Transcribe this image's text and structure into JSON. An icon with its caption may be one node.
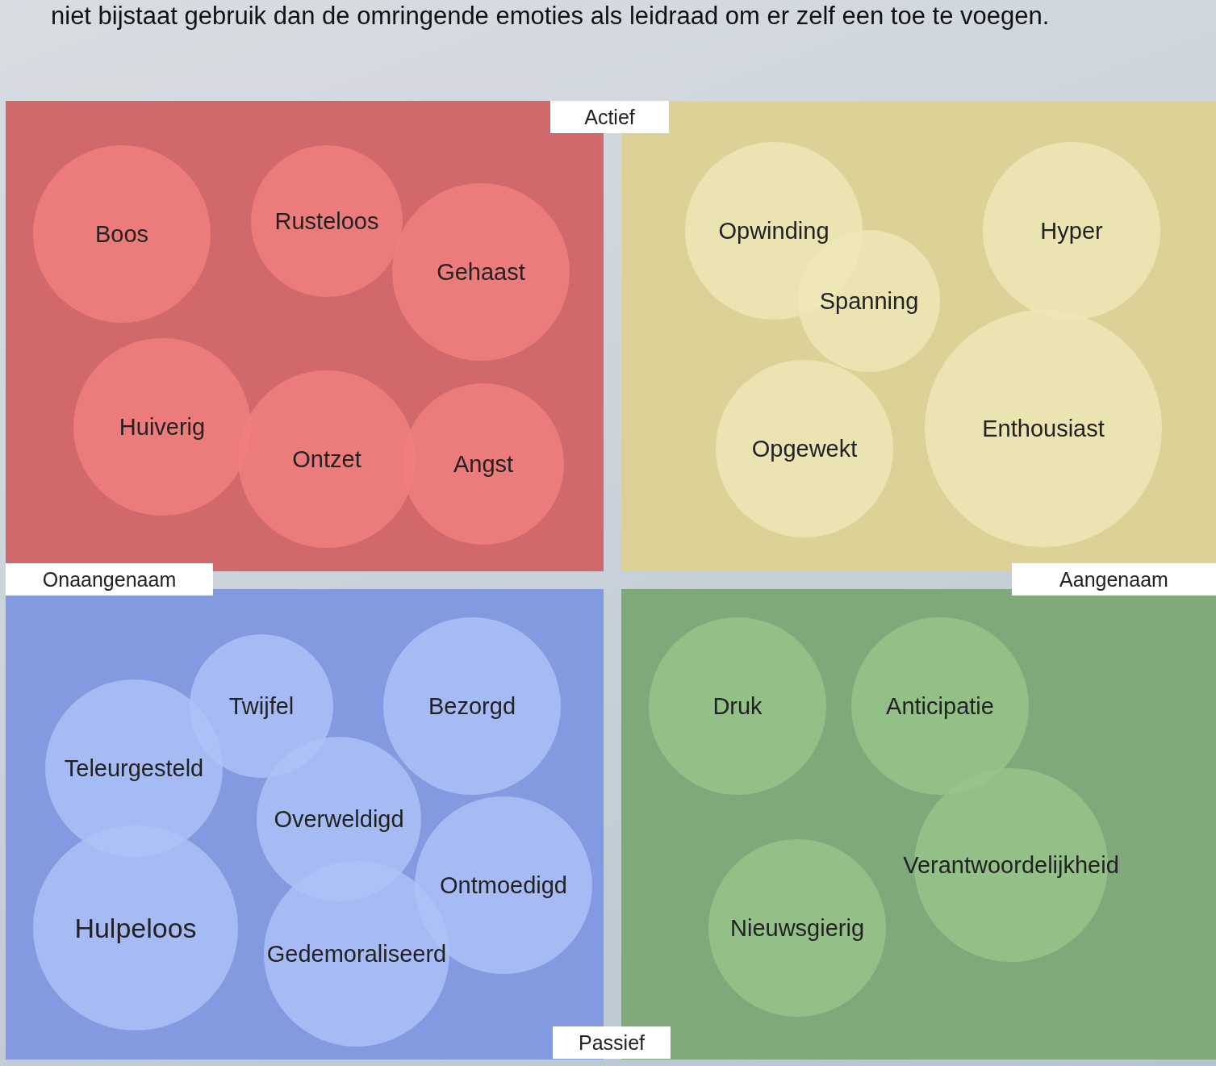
{
  "diagram": {
    "nodes": [
      {
        "text": [],
        "shape": "box"
      },
      {
        "text": [],
        "shape": "box"
      },
      {
        "text": [],
        "shape": "box"
      },
      {
        "text": [],
        "shape": "box"
      },
      {
        "text": [
          "Actief"
        ]
      },
      {
        "text": [
          "Onaangenaam"
        ]
      },
      {
        "text": [
          "Aangenaam"
        ]
      },
      {
        "text": [
          "Passief"
        ]
      },
      {
        "text": [
          "Boos"
        ],
        "in": 0
      },
      {
        "text": [
          "Rusteloos"
        ],
        "in": 0
      },
      {
        "text": [
          "Gehaast"
        ],
        "in": 0
      },
      {
        "text": [
          "Huiverig"
        ],
        "in": 0
      },
      {
        "text": [
          "Ontzet"
        ],
        "in": 0
      },
      {
        "text": [
          "Angst"
        ],
        "in": 0
      },
      {
        "text": [
          "Opwinding"
        ],
        "in": 1
      },
      {
        "text": [
          "Hyper"
        ],
        "in": 1
      },
      {
        "text": [
          "Spanning"
        ],
        "in": 1
      },
      {
        "text": [
          "Opgewekt"
        ],
        "in": 1
      },
      {
        "text": [
          "Enthousiast"
        ],
        "in": 1
      },
      {
        "text": [
          "Twijfel"
        ],
        "in": 2
      },
      {
        "text": [
          "Bezorgd"
        ],
        "in": 2
      },
      {
        "text": [
          "Teleurgesteld"
        ],
        "in": 2
      },
      {
        "text": [
          "Overweldigd"
        ],
        "in": 2
      },
      {
        "text": [
          "Ontmoedigd"
        ],
        "in": 2
      },
      {
        "text": [
          "Hulpeloos"
        ],
        "in": 2
      },
      {
        "text": [
          "Gedemoraliseerd"
        ],
        "in": 2
      },
      {
        "text": [
          "Druk"
        ],
        "in": 3
      },
      {
        "text": [
          "Anticipatie"
        ],
        "in": 3
      },
      {
        "text": [
          "Verantwoordelijkheid"
        ],
        "in": 3
      },
      {
        "text": [
          "Nieuwsgierig"
        ],
        "in": 3
      }
    ],
    "labels": [
      "niet bijstaat gebruik dan de omringende emoties als leidraad om er zelf een toe te voegen."
    ]
  }
}
